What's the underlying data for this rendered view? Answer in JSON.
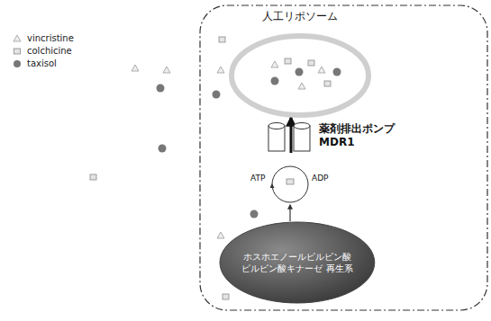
{
  "diagram": {
    "nodes": [
      {
        "text": [
          "人工リポソーム"
        ]
      },
      {
        "text": [
          "薬剤排出ポンプ MDR1"
        ]
      },
      {
        "text": [
          "ホスホエノールピルビン酸 ピルビン酸キナーゼ 再生系"
        ]
      }
    ],
    "edges": [
      {
        "from": 1,
        "to": 0,
        "arrow": "to"
      }
    ],
    "labels": [
      "ATP",
      "ADP"
    ],
    "legend": [
      {
        "text": "vincristine"
      },
      {
        "text": "colchicine"
      },
      {
        "text": "taxisol"
      }
    ]
  }
}
